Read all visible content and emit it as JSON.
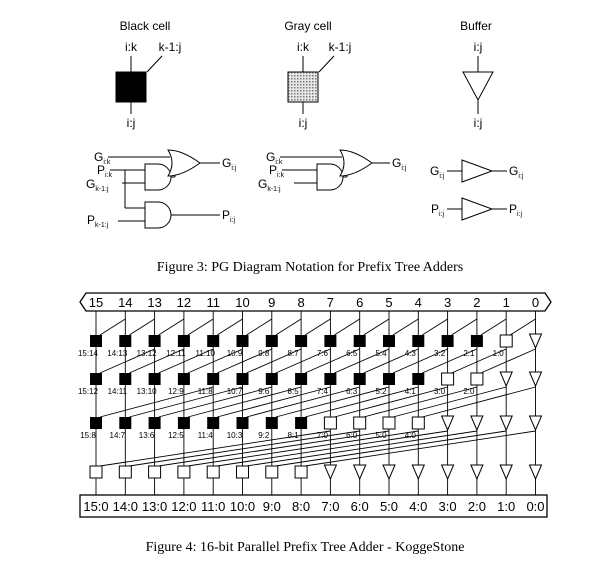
{
  "figure3": {
    "caption": "Figure 3: PG Diagram Notation for Prefix Tree Adders",
    "black_cell": {
      "title": "Black cell",
      "in_left": "i:k",
      "in_right": "k-1:j",
      "out": "i:j"
    },
    "gray_cell": {
      "title": "Gray cell",
      "in_left": "i:k",
      "in_right": "k-1:j",
      "out": "i:j"
    },
    "buffer": {
      "title": "Buffer",
      "in": "i:j",
      "out": "i:j"
    },
    "black_logic": {
      "g_ik": {
        "base": "G",
        "sub": "i:k"
      },
      "p_ik": {
        "base": "P",
        "sub": "i:k"
      },
      "g_k1j": {
        "base": "G",
        "sub": "k-1:j"
      },
      "p_k1j": {
        "base": "P",
        "sub": "k-1:j"
      },
      "g_out": {
        "base": "G",
        "sub": "i:j"
      },
      "p_out": {
        "base": "P",
        "sub": "i:j"
      }
    },
    "gray_logic": {
      "g_ik": {
        "base": "G",
        "sub": "i:k"
      },
      "p_ik": {
        "base": "P",
        "sub": "i:k"
      },
      "g_k1j": {
        "base": "G",
        "sub": "k-1:j"
      },
      "g_out": {
        "base": "G",
        "sub": "i:j"
      }
    },
    "buffer_logic": {
      "g_in": {
        "base": "G",
        "sub": "i:j"
      },
      "g_out": {
        "base": "G",
        "sub": "i:j"
      },
      "p_in": {
        "base": "P",
        "sub": "i:j"
      },
      "p_out": {
        "base": "P",
        "sub": "i:j"
      }
    }
  },
  "figure4": {
    "caption": "Figure 4: 16-bit Parallel Prefix Tree Adder - KoggeStone",
    "inputs": [
      "15",
      "14",
      "13",
      "12",
      "11",
      "10",
      "9",
      "8",
      "7",
      "6",
      "5",
      "4",
      "3",
      "2",
      "1",
      "0"
    ],
    "outputs": [
      "15:0",
      "14:0",
      "13:0",
      "12:0",
      "11:0",
      "10:0",
      "9:0",
      "8:0",
      "7:0",
      "6:0",
      "5:0",
      "4:0",
      "3:0",
      "2:0",
      "1:0",
      "0:0"
    ],
    "level1_labels": [
      "15:14",
      "14:13",
      "13:12",
      "12:11",
      "11:10",
      "10:9",
      "9:8",
      "8:7",
      "7:6",
      "6:5",
      "5:4",
      "4:3",
      "3:2",
      "2:1",
      "1:0"
    ],
    "level2_labels": [
      "15:12",
      "14:11",
      "13:10",
      "12:9",
      "11:8",
      "10:7",
      "9:6",
      "8:5",
      "7:4",
      "6:3",
      "5:2",
      "4:1",
      "3:0",
      "2:0"
    ],
    "level3_labels": [
      "15:8",
      "14:7",
      "13:6",
      "12:5",
      "11:4",
      "10:3",
      "9:2",
      "8:1",
      "7:0",
      "6:0",
      "5:0",
      "4:0"
    ]
  }
}
